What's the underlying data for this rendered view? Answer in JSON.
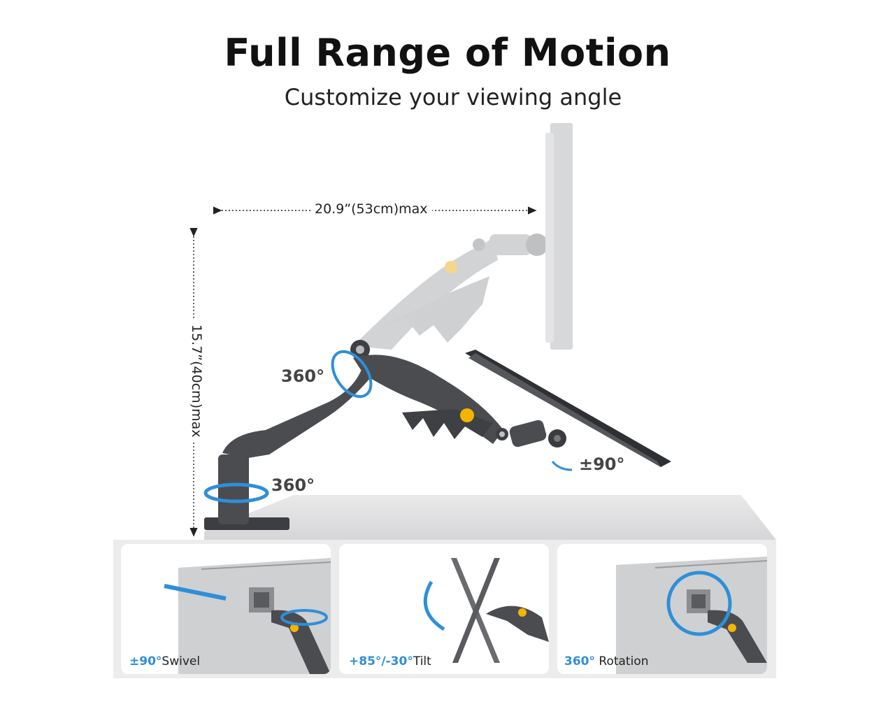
{
  "title": "Full Range of Motion",
  "subtitle": "Customize your viewing angle",
  "dimensions": {
    "width": "20.9”(53cm)max",
    "height": "15.7”(40cm)max"
  },
  "angles": {
    "shoulder": "360°",
    "base": "360°",
    "tilt": "±90°"
  },
  "cards": [
    {
      "value": "±90°",
      "label": "Swivel"
    },
    {
      "value": "+85°/-30°",
      "label": "Tilt"
    },
    {
      "value": "360°",
      "label": " Rotation"
    }
  ],
  "colors": {
    "accent": "#2e8fd8",
    "arm": "#4a4c50",
    "ghost": "#d2d3d5",
    "badge": "#f4b400"
  }
}
